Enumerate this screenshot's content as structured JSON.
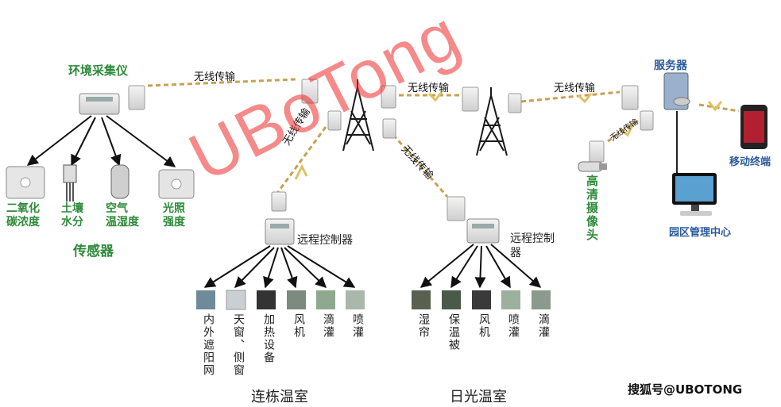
{
  "labels": {
    "env_collector": "环境采集仪",
    "wireless_1": "无线传输",
    "wireless_2": "无线传输",
    "wireless_3": "无线传输",
    "wireless_4": "无线传输",
    "wireless_5": "无线传输",
    "wireless_6": "无线传输",
    "server": "服务器",
    "mobile": "移动终端",
    "park_center": "园区管理中心",
    "hd_camera": "高清摄像头",
    "sensors": "传感器",
    "remote_ctrl_1": "远程控制器",
    "remote_ctrl_2": "远程控制器",
    "greenhouse_1": "连栋温室",
    "greenhouse_2": "日光温室"
  },
  "sensors": [
    {
      "line1": "二氧化",
      "line2": "碳浓度"
    },
    {
      "line1": "土壤",
      "line2": "水分"
    },
    {
      "line1": "空气",
      "line2": "温湿度"
    },
    {
      "line1": "光照",
      "line2": "强度"
    }
  ],
  "devices_1": [
    "内外遮阳网",
    "天窗、侧窗",
    "加热设备",
    "风机",
    "滴灌",
    "喷灌"
  ],
  "devices_2": [
    "湿帘",
    "保温被",
    "风机",
    "喷灌",
    "滴灌"
  ],
  "watermark": "UBoTong",
  "source": "搜狐号@UBOTONG",
  "colors": {
    "label_green": "#2e8b3a",
    "label_blue": "#2a5a9c",
    "watermark": "#ee2828",
    "link": "#c8a050"
  }
}
